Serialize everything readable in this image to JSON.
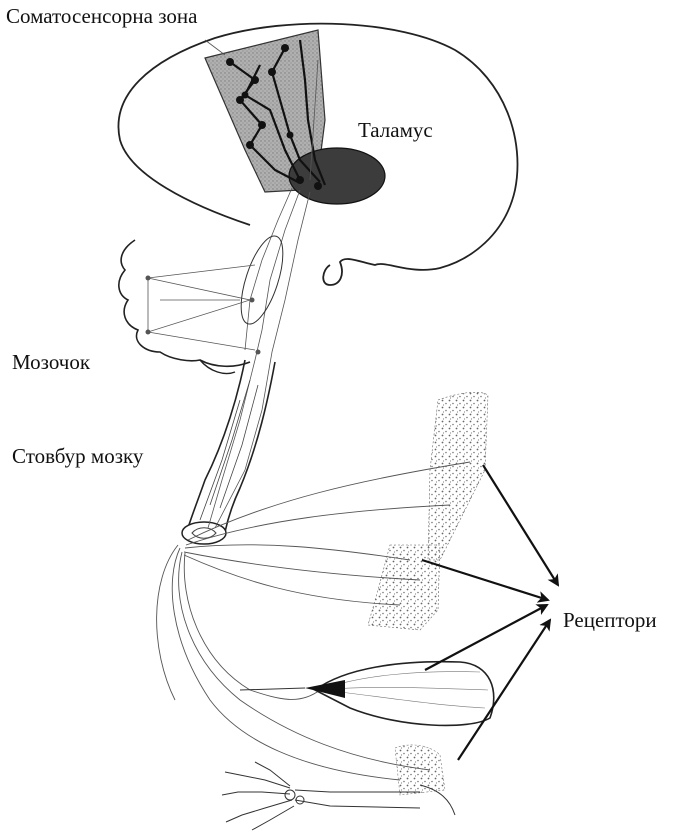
{
  "labels": {
    "somatosensory_zone": "Соматосенсорна зона",
    "thalamus": "Таламус",
    "cerebellum": "Мозочок",
    "brainstem": "Стовбур мозку",
    "receptors": "Рецептори"
  },
  "colors": {
    "ink": "#1a1a1a",
    "cortex_fill": "#a9a9a9",
    "thalamus_fill": "#3c3c3c",
    "skin_dots": "#6a6a6a"
  }
}
